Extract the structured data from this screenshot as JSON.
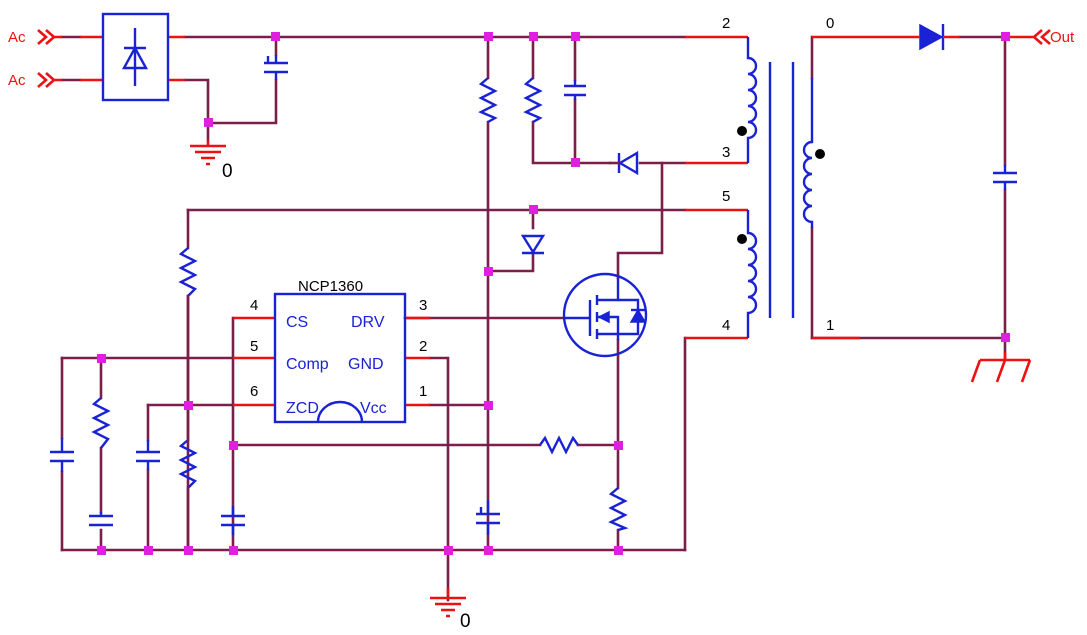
{
  "ports": {
    "ac1": "Ac",
    "ac2": "Ac",
    "out": "Out"
  },
  "ic": {
    "name": "NCP1360",
    "pins": {
      "cs": {
        "label": "CS",
        "num": "4"
      },
      "comp": {
        "label": "Comp",
        "num": "5"
      },
      "zcd": {
        "label": "ZCD",
        "num": "6"
      },
      "drv": {
        "label": "DRV",
        "num": "3"
      },
      "gnd": {
        "label": "GND",
        "num": "2"
      },
      "vcc": {
        "label": "Vcc",
        "num": "1"
      }
    }
  },
  "transformer": {
    "pin_2": "2",
    "pin_3": "3",
    "pin_5": "5",
    "pin_4": "4",
    "pin_0": "0",
    "pin_1": "1"
  },
  "grounds": {
    "top": "0",
    "bottom": "0"
  },
  "colors": {
    "wire": "#7a1f4a",
    "pin_lead": "#ee1111",
    "component": "#1a22d6",
    "node": "#e020e0"
  }
}
